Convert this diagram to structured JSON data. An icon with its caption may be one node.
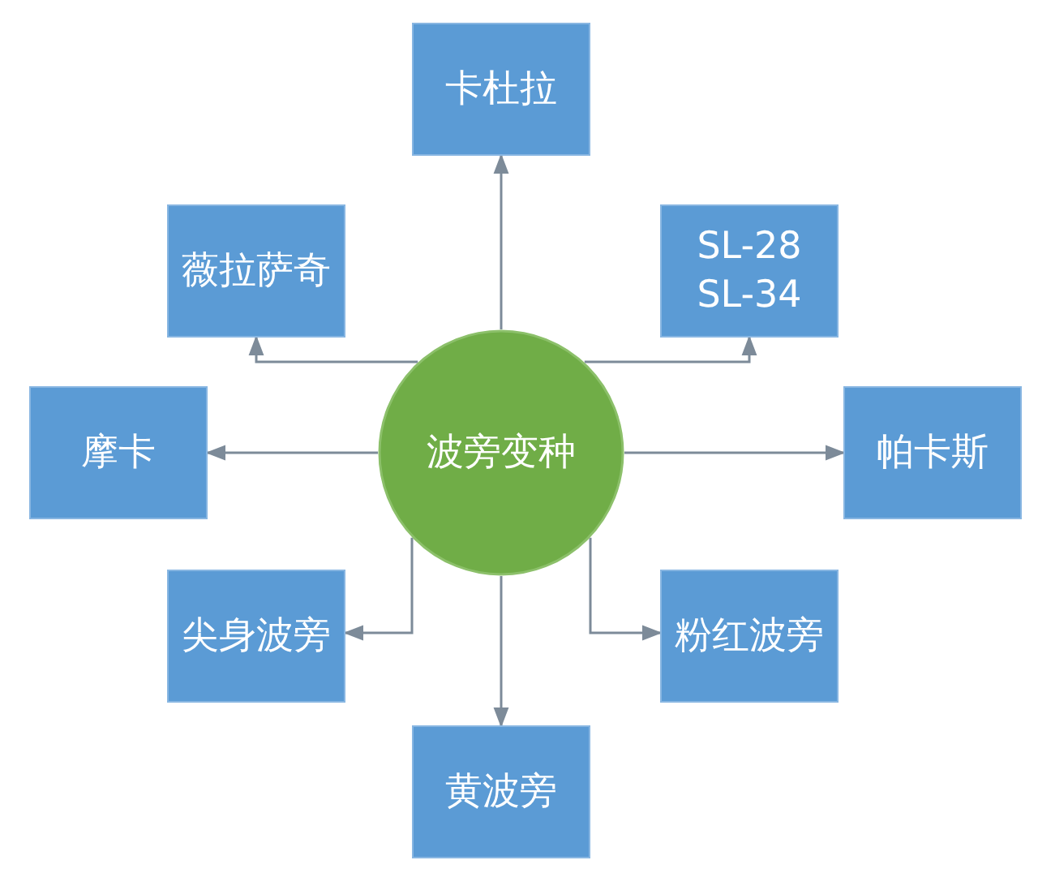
{
  "diagram": {
    "nodes": [
      {
        "text": [
          "卡杜拉"
        ]
      },
      {
        "text": [
          "薇拉萨奇"
        ]
      },
      {
        "text": [
          "SL-28 SL-34"
        ]
      },
      {
        "text": [
          "摩卡"
        ]
      },
      {
        "text": [
          "波旁变种"
        ]
      },
      {
        "text": [
          "帕卡斯"
        ]
      },
      {
        "text": [
          "尖身波旁"
        ]
      },
      {
        "text": [
          "粉红波旁"
        ]
      },
      {
        "text": [
          "黄波旁"
        ]
      }
    ],
    "edges": [
      {
        "from": 4,
        "to": 0,
        "arrow": "to"
      },
      {
        "from": 4,
        "to": 1,
        "arrow": "to"
      },
      {
        "from": 4,
        "to": 2,
        "arrow": "to"
      },
      {
        "from": 4,
        "to": 3,
        "arrow": "to"
      },
      {
        "from": 4,
        "to": 5,
        "arrow": "to"
      },
      {
        "from": 4,
        "to": 6,
        "arrow": "to"
      },
      {
        "from": 4,
        "to": 7,
        "arrow": "to"
      },
      {
        "from": 4,
        "to": 8,
        "arrow": "to"
      }
    ]
  }
}
